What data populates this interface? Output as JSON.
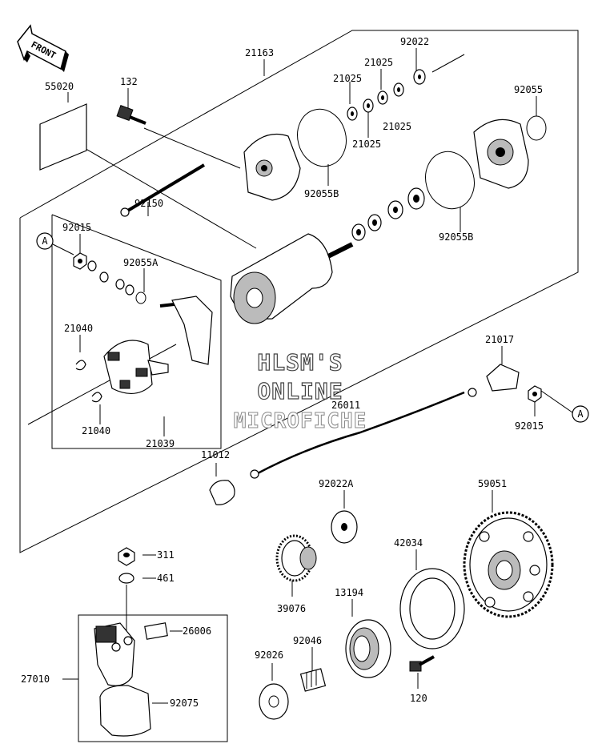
{
  "front_badge": "FRONT",
  "watermark": [
    "HLSM'S",
    "ONLINE",
    "MICROFICHE"
  ],
  "ref_marker": "A",
  "parts": {
    "p55020": "55020",
    "p132": "132",
    "p21163": "21163",
    "p92022": "92022",
    "p21025a": "21025",
    "p21025b": "21025",
    "p21025c": "21025",
    "p21025d": "21025",
    "p92055": "92055",
    "p92055B_top": "92055B",
    "p92055B_right": "92055B",
    "p92150": "92150",
    "p92015_left": "92015",
    "p92055A": "92055A",
    "p21040_top": "21040",
    "p21040_bottom": "21040",
    "p21039": "21039",
    "p21017": "21017",
    "p26011": "26011",
    "p92015_right": "92015",
    "p11012": "11012",
    "p92022A": "92022A",
    "p59051": "59051",
    "p311": "311",
    "p461": "461",
    "p42034": "42034",
    "p39076": "39076",
    "p13194": "13194",
    "p26006": "26006",
    "p27010": "27010",
    "p92026": "92026",
    "p92046": "92046",
    "p120": "120",
    "p92075": "92075"
  }
}
